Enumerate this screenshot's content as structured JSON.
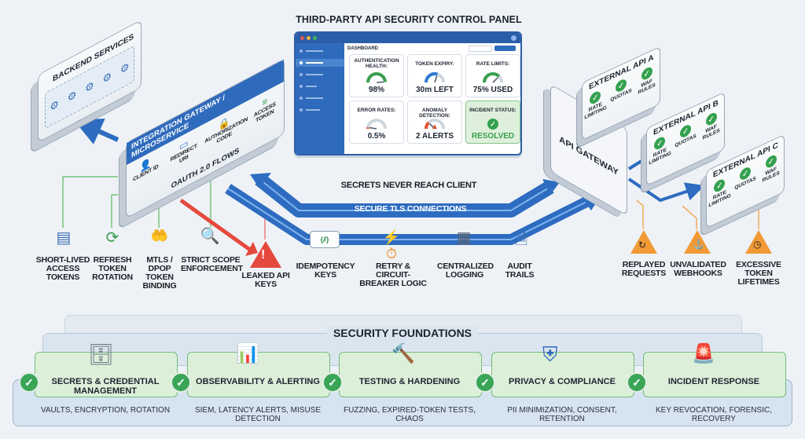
{
  "control_panel": {
    "title": "THIRD-PARTY API SECURITY CONTROL PANEL",
    "dashboard_label": "DASHBOARD",
    "cards": [
      {
        "title": "AUTHENTICATION HEALTH:",
        "value": "98%",
        "gauge_fraction": 0.98,
        "color": "#3a9e4e"
      },
      {
        "title": "TOKEN EXPIRY:",
        "value": "30m LEFT",
        "gauge_fraction": 0.6,
        "color": "#2f7bd1"
      },
      {
        "title": "RATE LIMITS:",
        "value": "75% USED",
        "gauge_fraction": 0.75,
        "color": "#3a9e4e"
      },
      {
        "title": "ERROR RATES:",
        "value": "0.5%",
        "gauge_fraction": 0.05,
        "color": "#d9603a"
      },
      {
        "title": "ANOMALY DETECTION:",
        "value": "2 ALERTS",
        "gauge_fraction": 0.25,
        "color": "#e0542e"
      },
      {
        "title": "INCIDENT STATUS:",
        "value": "RESOLVED",
        "color": "#3a9e4e"
      }
    ]
  },
  "backend": {
    "title": "BACKEND SERVICES"
  },
  "integration": {
    "title": "INTEGRATION GATEWAY / MICROSERVICE",
    "flow_label": "OAUTH 2.0 FLOWS",
    "steps": [
      "CLIENT ID",
      "REDIRECT URI",
      "AUTHORIZATION CODE",
      "ACCESS TOKEN"
    ]
  },
  "controls": [
    {
      "label": "SHORT-LIVED ACCESS TOKENS",
      "icon": "token-card-icon"
    },
    {
      "label": "REFRESH TOKEN ROTATION",
      "icon": "refresh-lock-icon"
    },
    {
      "label": "mTLS / DPoP TOKEN BINDING",
      "icon": "hands-check-icon"
    },
    {
      "label": "STRICT SCOPE ENFORCEMENT",
      "icon": "magnifier-chart-icon"
    }
  ],
  "threat_left": {
    "label": "LEAKED API KEYS",
    "color": "#e5483d"
  },
  "pipeline": {
    "secrets_label": "SECRETS NEVER REACH CLIENT",
    "tls_label": "SECURE TLS CONNECTIONS",
    "stages": [
      {
        "label": "IDEMPOTENCY KEYS",
        "icon": "braces-key-icon"
      },
      {
        "label": "RETRY & CIRCUIT-BREAKER LOGIC",
        "icon": "circuit-clock-icon"
      },
      {
        "label": "CENTRALIZED LOGGING",
        "icon": "logs-icon"
      },
      {
        "label": "AUDIT TRAILS",
        "icon": "audit-doc-icon"
      }
    ]
  },
  "gateway": {
    "title": "API GATEWAY"
  },
  "external_apis": [
    {
      "title": "EXTERNAL API A",
      "items": [
        "RATE LIMITING",
        "QUOTAS",
        "WAF RULES"
      ]
    },
    {
      "title": "EXTERNAL API B",
      "items": [
        "RATE LIMITING",
        "QUOTAS",
        "WAF RULES"
      ]
    },
    {
      "title": "EXTERNAL API C",
      "items": [
        "RATE LIMITING",
        "QUOTAS",
        "WAF RULES"
      ]
    }
  ],
  "threats_right": [
    {
      "label": "REPLAYED REQUESTS",
      "icon": "replay-icon"
    },
    {
      "label": "UNVALIDATED WEBHOOKS",
      "icon": "hook-icon"
    },
    {
      "label": "EXCESSIVE TOKEN LIFETIMES",
      "icon": "clock-icon"
    }
  ],
  "foundations": {
    "title": "SECURITY FOUNDATIONS",
    "items": [
      {
        "title": "SECRETS & CREDENTIAL MANAGEMENT",
        "subtitle": "VAULTS, ENCRYPTION, ROTATION",
        "icon": "vault-lock-icon"
      },
      {
        "title": "OBSERVABILITY & ALERTING",
        "subtitle": "SIEM, LATENCY ALERTS, MISUSE DETECTION",
        "icon": "dashboard-bell-icon"
      },
      {
        "title": "TESTING & HARDENING",
        "subtitle": "FUZZING, EXPIRED-TOKEN TESTS, CHAOS",
        "icon": "testtube-hammer-icon"
      },
      {
        "title": "PRIVACY & COMPLIANCE",
        "subtitle": "PII MINIMIZATION, CONSENT, RETENTION",
        "icon": "shield-database-icon"
      },
      {
        "title": "INCIDENT RESPONSE",
        "subtitle": "KEY REVOCATION, FORENSIC, RECOVERY",
        "icon": "siren-playbook-icon"
      }
    ]
  }
}
